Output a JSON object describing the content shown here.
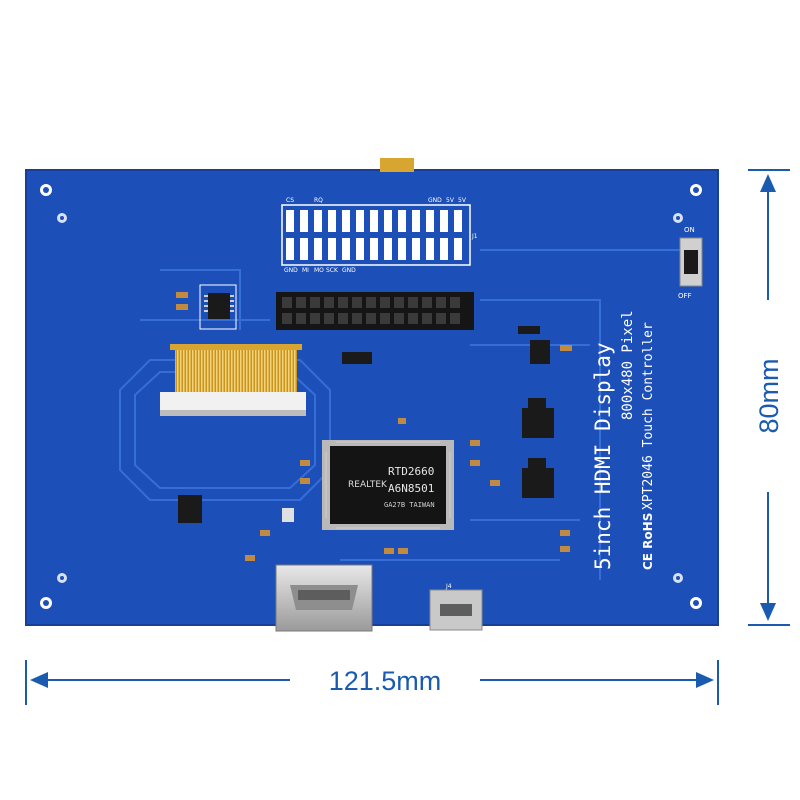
{
  "board": {
    "title": "5inch HDMI Display",
    "resolution": "800x480 Pixel",
    "controller": "XPT2046 Touch Controller",
    "switch_on": "ON",
    "switch_off": "OFF",
    "chip_name": "RTD2660",
    "chip_code": "A6N8501",
    "chip_origin": "GA27B TAIWAN",
    "chip_logo": "REALTEK",
    "header_pins_top": [
      "CS",
      "RQ",
      "GND",
      "5V",
      "5V"
    ],
    "header_pins_bottom": [
      "GND",
      "MI",
      "MO",
      "SCK",
      "GND"
    ],
    "header_label": "J1",
    "usb_label": "J4",
    "cert_marks": "CE RoHS",
    "colors": {
      "pcb": "#1d4fb8",
      "pcb_light": "#2a62cf",
      "silk": "#ffffff",
      "gold": "#d8a530",
      "dimension": "#1a5bb0"
    }
  },
  "dimensions": {
    "width": "121.5mm",
    "height": "80mm"
  }
}
